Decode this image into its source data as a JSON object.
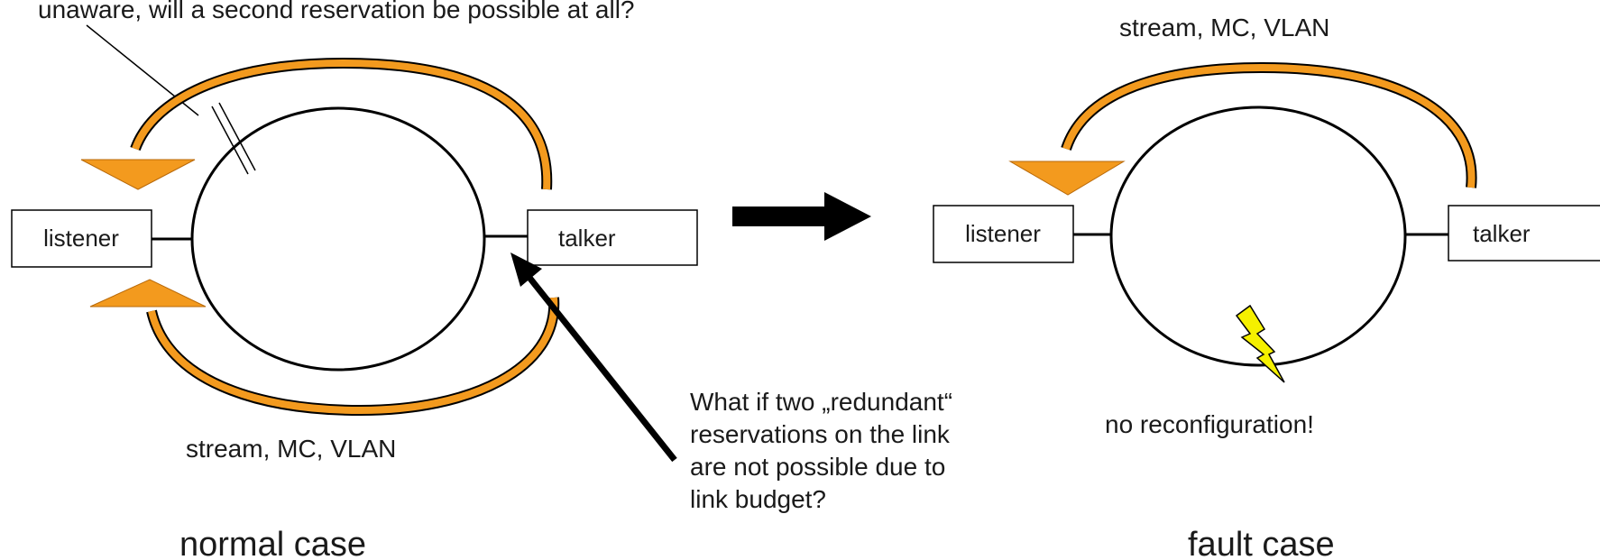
{
  "colors": {
    "flow": "#f39a1e",
    "fault_bolt": "#f5f000",
    "outline": "#000000"
  },
  "normal_case": {
    "caption": "normal case",
    "top_note": "unaware, will a second reservation be possible at all?",
    "flow_label": "stream, MC, VLAN",
    "listener_label": "listener",
    "talker_label": "talker"
  },
  "callout": {
    "lines": [
      "What if two „redundant“",
      "reservations on the link",
      "are not possible due to",
      "link budget?"
    ]
  },
  "fault_case": {
    "caption": "fault case",
    "flow_label": "stream, MC, VLAN",
    "listener_label": "listener",
    "talker_label": "talker",
    "status_note": "no reconfiguration!"
  }
}
